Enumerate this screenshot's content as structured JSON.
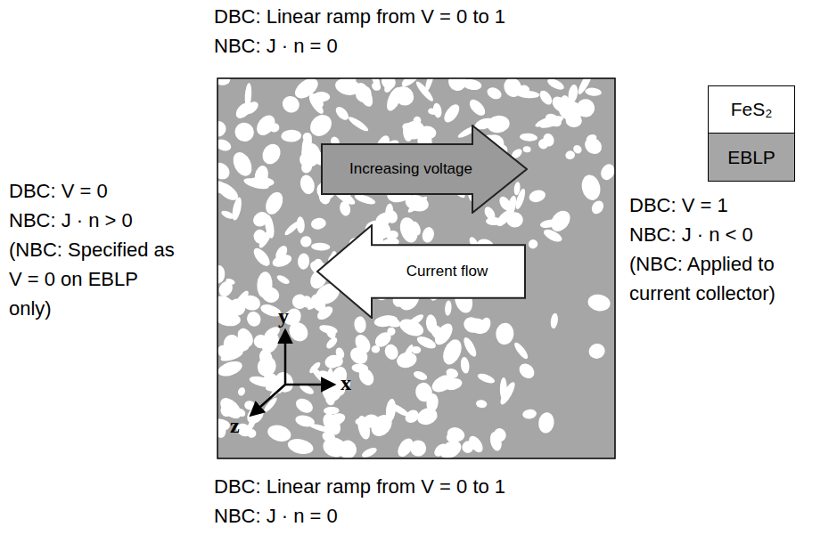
{
  "diagram": {
    "nodes": [
      {
        "text": [
          "Increasing voltage"
        ]
      },
      {
        "text": [
          "Current flow"
        ]
      }
    ],
    "labels": [
      "DBC: Linear ramp from V = 0 to 1",
      "NBC: J · n = 0",
      "DBC: V = 0",
      "NBC: J · n > 0",
      "(NBC: Specified as V = 0 on EBLP only)",
      "DBC: V = 1",
      "NBC: J · n < 0",
      "(NBC: Applied to current collector)",
      "DBC: Linear ramp from V = 0 to 1",
      "NBC: J · n = 0",
      "y",
      "x",
      "z"
    ],
    "legend": [
      {
        "text": "FeS₂",
        "color": "#ffffff"
      },
      {
        "text": "EBLP",
        "color": "#a6a6a6"
      }
    ]
  }
}
